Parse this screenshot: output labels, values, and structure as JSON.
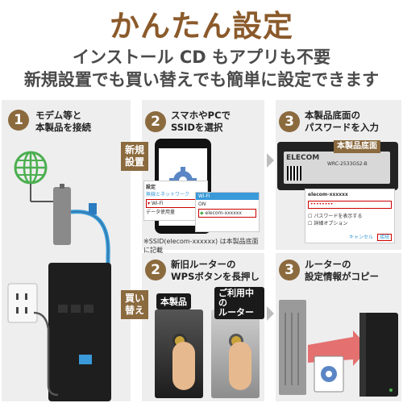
{
  "header": {
    "title": "かんたん設定",
    "subtitle_line1": "インストール CD もアプリも不要",
    "subtitle_line2": "新規設置でも買い替えでも簡単に設定できます"
  },
  "steps_top": [
    {
      "number": "1",
      "text_line1": "モデム等と",
      "text_line2": "本製品を接続"
    },
    {
      "number": "2",
      "text_line1": "スマホやPCで",
      "text_line2": "SSIDを選択"
    },
    {
      "number": "3",
      "text_line1": "本製品底面の",
      "text_line2": "パスワードを入力"
    }
  ],
  "steps_bottom": [
    {
      "number": "2",
      "text_line1": "新旧ルーターの",
      "text_line2": "WPSボタンを長押し"
    },
    {
      "number": "3",
      "text_line1": "ルーターの",
      "text_line2": "設定情報がコピー"
    }
  ],
  "tags": {
    "new_line1": "新規",
    "new_line2": "設置",
    "replace_line1": "買い",
    "replace_line2": "替え"
  },
  "phone_screen": {
    "header": "設定",
    "section": "無線とネットワーク",
    "wifi_label": "Wi-Fi",
    "data_usage": "データ使用量",
    "on_label": "ON",
    "ssid_item": "elecom-xxxxxx"
  },
  "ssid_note": "※SSID(elecom-xxxxxx) は本製品底面に記載",
  "bottom_label": {
    "tag": "本製品底面",
    "brand": "ELECOM",
    "model": "WRC-2533GS2-B"
  },
  "password_dialog": {
    "ssid": "elecom-xxxxxx",
    "show_password": "パスワードを表示する",
    "advanced": "詳細オプション",
    "cancel": "キャンセル",
    "connect": "接続"
  },
  "wps_labels": {
    "this_product": "本製品",
    "current_router_line1": "ご利用中の",
    "current_router_line2": "ルーター"
  },
  "colors": {
    "title_brown": "#8b5a2b",
    "badge_brown": "#8b6a3e",
    "panel_gray": "#eeeeee",
    "cable_blue": "#3a9ad9",
    "globe_green": "#4caf50",
    "gear_blue": "#5b86c5",
    "router_black": "#1e1e1e"
  }
}
